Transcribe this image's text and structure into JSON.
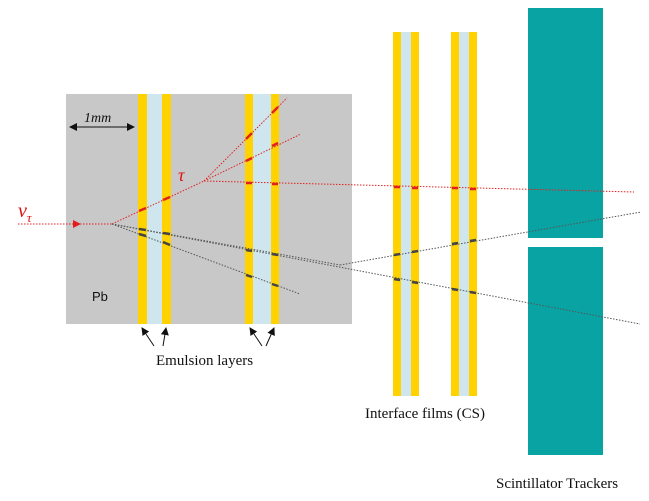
{
  "labels": {
    "pb": "Pb",
    "scale_bar": "1mm",
    "tau": "τ",
    "nu": "ν",
    "nu_sub": "τ",
    "emulsion_layers": "Emulsion layers",
    "interface_films": "Interface films (CS)",
    "scintillator_trackers": "Scintillator Trackers"
  },
  "colors": {
    "lead_block": "#c8c8c8",
    "emulsion": "#ffd200",
    "film_base": "#cfe6ee",
    "tracker": "#0aa3a3",
    "tau_track": "#e02020",
    "hadron_track": "#555555"
  }
}
